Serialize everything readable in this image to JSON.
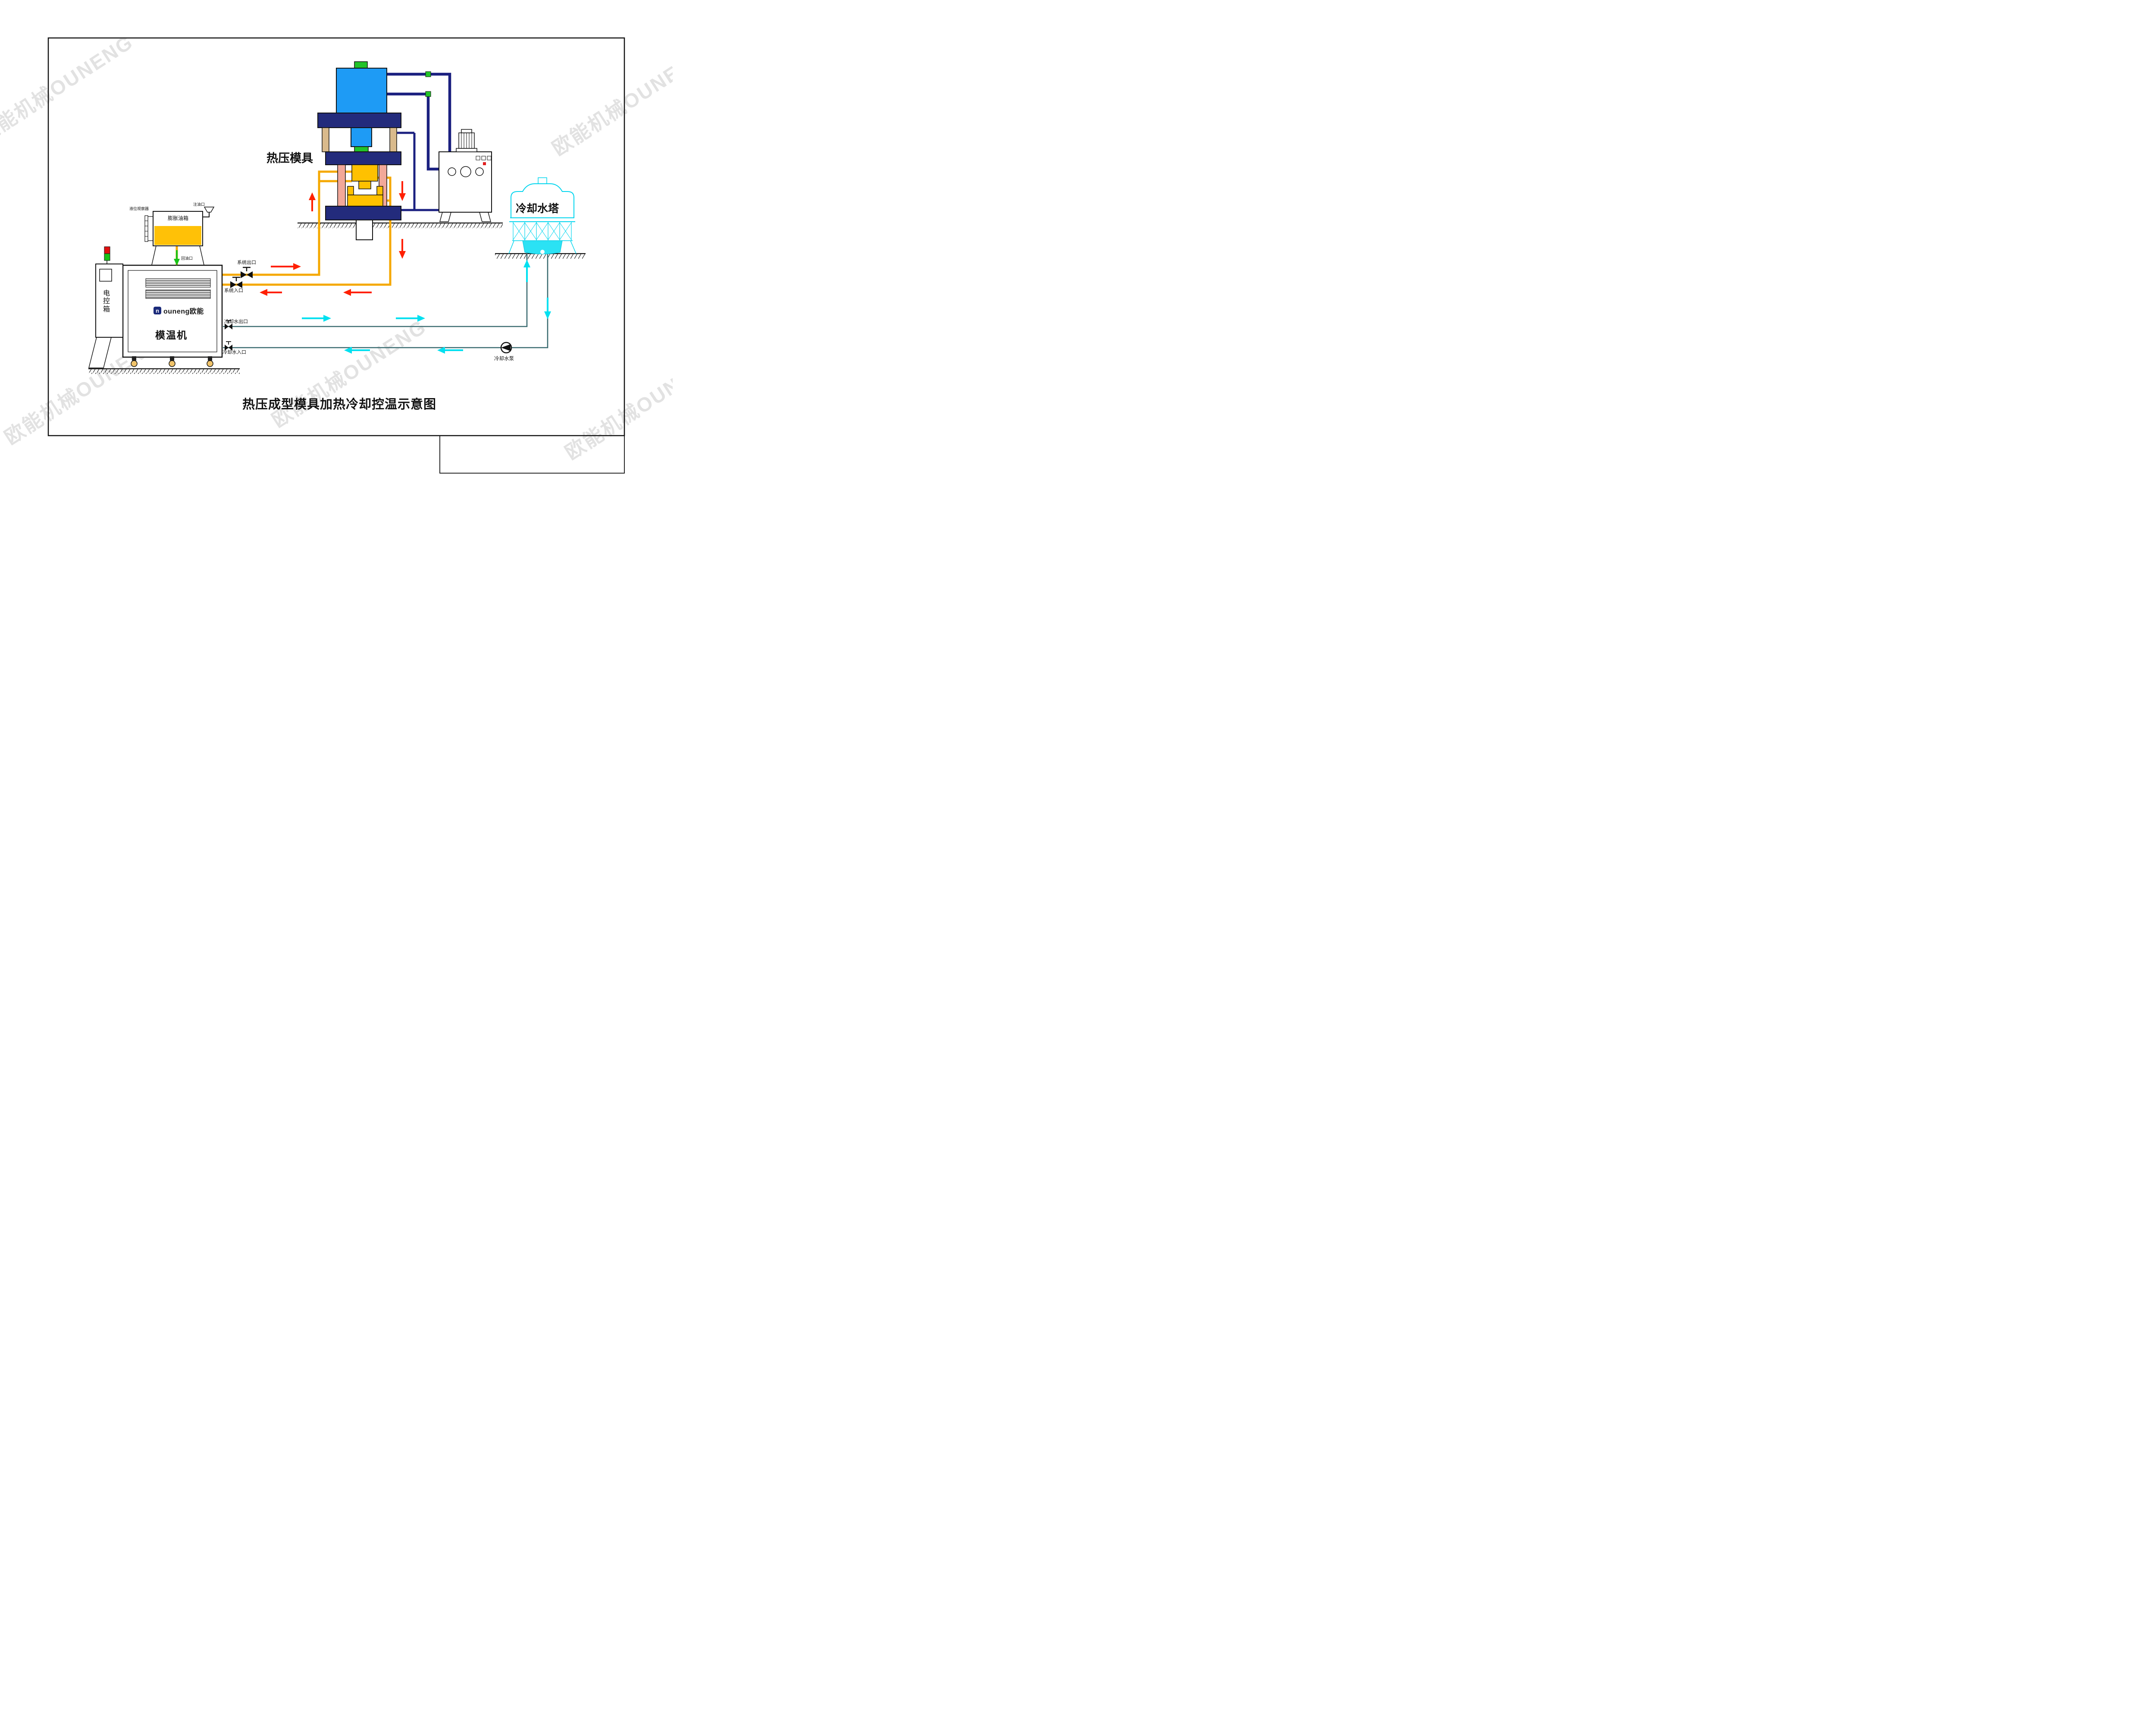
{
  "page": {
    "title": "热压成型模具加热冷却控温示意图",
    "watermark_text": "欧能机械OUNENG"
  },
  "brand": {
    "logo_text": "ouneng欧能",
    "logo_icon_glyph": "n"
  },
  "equipment": {
    "press_label": "热压模具",
    "cooling_tower_label": "冷却水塔",
    "mold_temp_machine_label": "模温机",
    "electric_control_box_label": "电控箱",
    "expansion_tank_label": "膨胀油箱",
    "cooling_water_pump_label": "冷却水泵"
  },
  "ports": {
    "system_outlet": "系统出口",
    "system_inlet": "系统入口",
    "cooling_water_outlet": "冷却水出口",
    "cooling_water_inlet": "冷却水入口",
    "oil_fill_port": "注油口",
    "oil_return_port": "回油口",
    "level_gauge": "液位观察器"
  },
  "colors": {
    "hot_oil_pipe": "#F5A800",
    "hot_flow_arrow": "#FF2000",
    "cooling_pipe": "#3A6B70",
    "cool_flow_arrow": "#00E0F0",
    "hydraulic_pipe": "#1B2080",
    "press_platen": "#232B7C",
    "cylinder_blue": "#1E9BF5",
    "mold_yellow": "#FFC100",
    "connector_green": "#22C32A",
    "tower_cyan": "#00D5EE",
    "oil_yellow": "#FFC107"
  }
}
